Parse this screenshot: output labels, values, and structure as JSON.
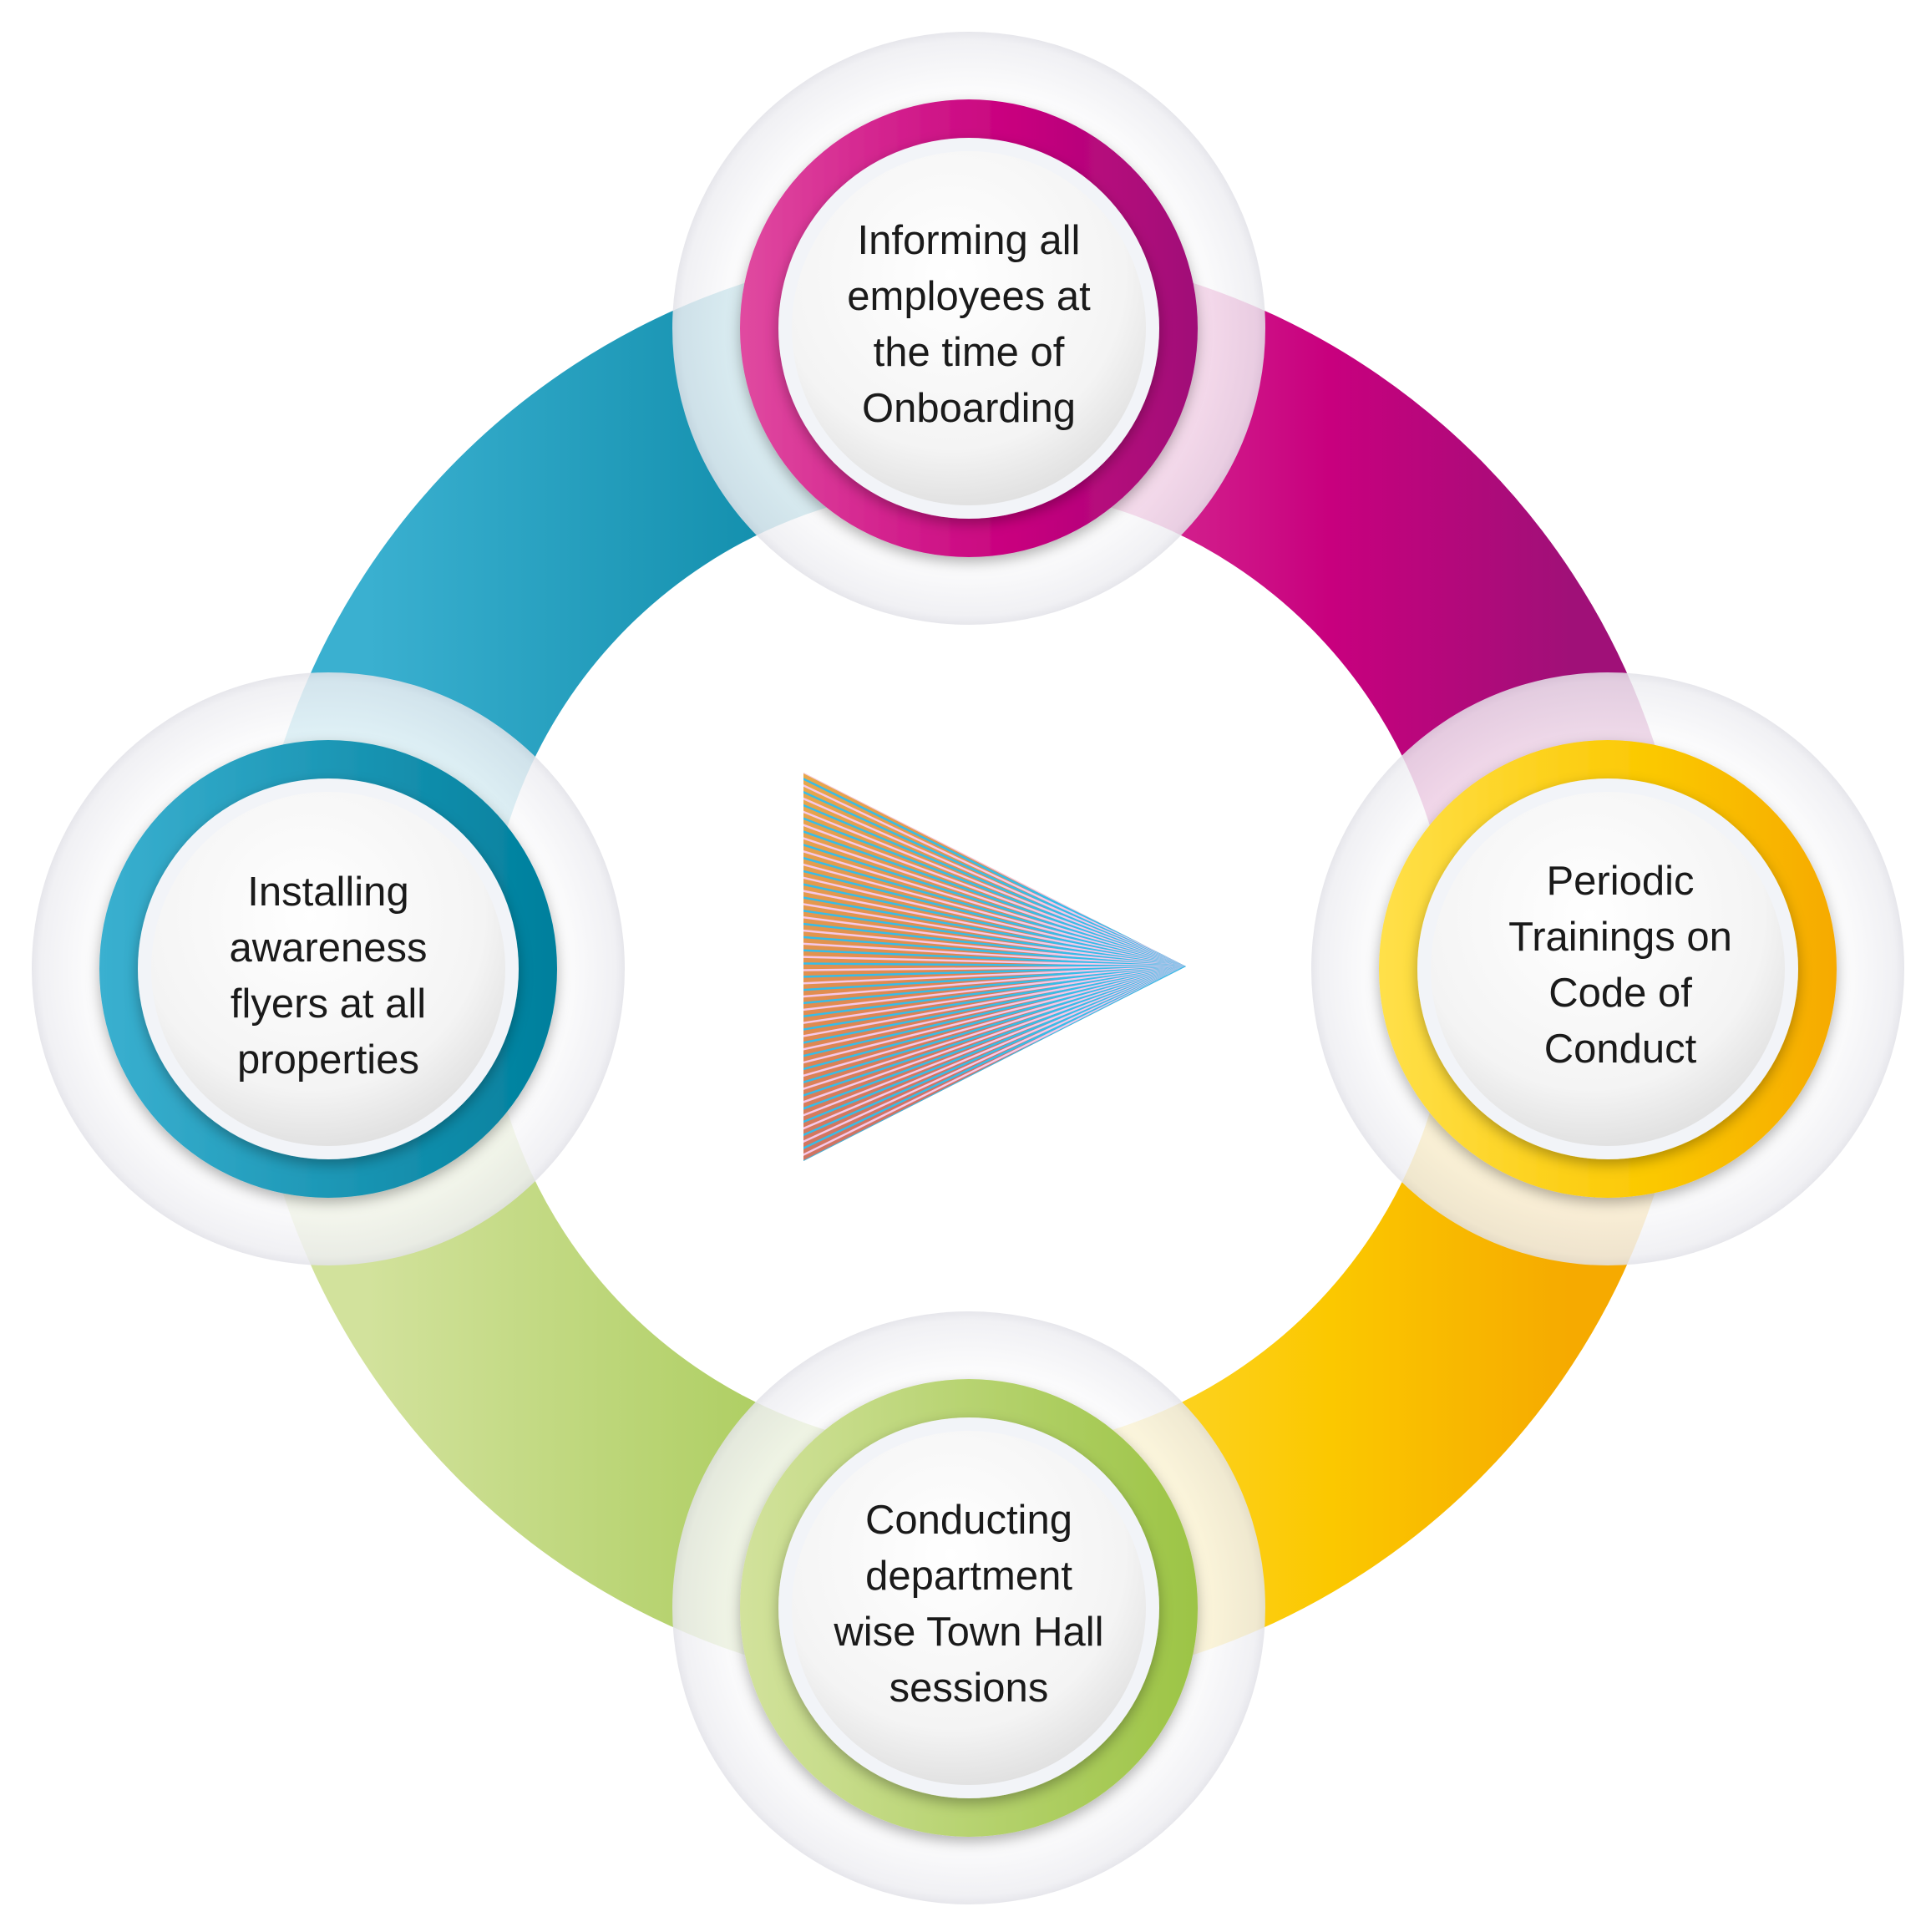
{
  "colors": {
    "magenta": "#c8007e",
    "yellow": "#fbc800",
    "green": "#9cc445",
    "teal": "#0a8fb0"
  },
  "steps": [
    {
      "id": "top",
      "lines": [
        "Informing all",
        "employees at",
        "the time of",
        "Onboarding"
      ]
    },
    {
      "id": "right",
      "lines": [
        "Periodic",
        "Trainings on",
        "Code of",
        "Conduct"
      ]
    },
    {
      "id": "bottom",
      "lines": [
        "Conducting",
        "department",
        "wise Town Hall",
        "sessions"
      ]
    },
    {
      "id": "left",
      "lines": [
        "Installing",
        "awareness",
        "flyers at all",
        "properties"
      ]
    }
  ],
  "center_icon": "play-triangle-icon"
}
